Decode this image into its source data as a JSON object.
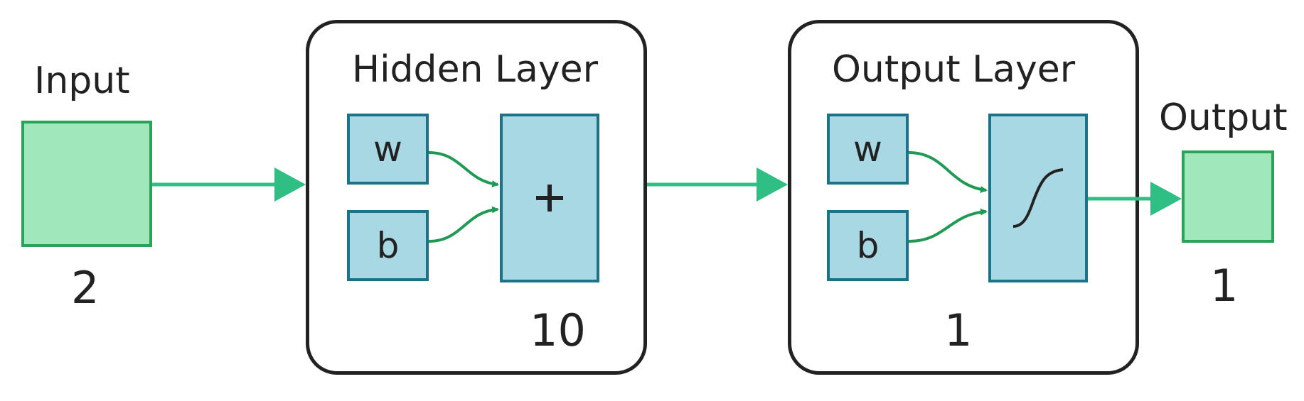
{
  "input": {
    "label": "Input",
    "size": "2"
  },
  "hidden": {
    "title": "Hidden Layer",
    "weight": "w",
    "bias": "b",
    "op": "+",
    "units": "10",
    "op_icon": "plus-icon"
  },
  "outputLayer": {
    "title": "Output Layer",
    "weight": "w",
    "bias": "b",
    "activation_icon": "sigmoid-icon",
    "units": "1"
  },
  "output": {
    "label": "Output",
    "size": "1"
  },
  "colors": {
    "green_fill": "#a0e8bc",
    "green_stroke": "#2aa358",
    "arrow": "#2fbf84",
    "cell_fill": "#a8d8e4",
    "cell_stroke": "#1b7389",
    "wire": "#1f9a55",
    "frame": "#222222"
  }
}
